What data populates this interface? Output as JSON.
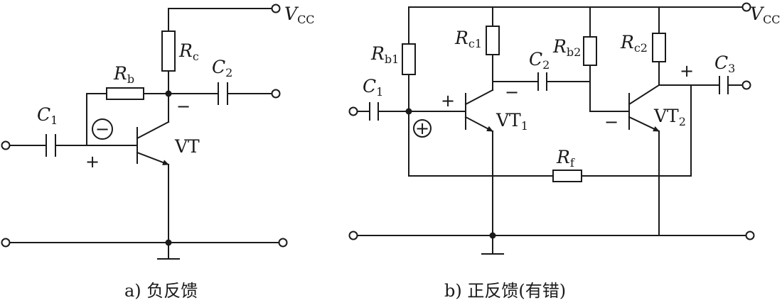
{
  "captions": {
    "a": "a) 负反馈",
    "b": "b) 正反馈(有错)"
  },
  "labels": {
    "vcc_main": "V",
    "vcc_sub": "CC",
    "a": {
      "rc_main": "R",
      "rc_sub": "c",
      "rb_main": "R",
      "rb_sub": "b",
      "c1_main": "C",
      "c1_sub": "1",
      "c2_main": "C",
      "c2_sub": "2",
      "vt": "VT",
      "plus": "+",
      "minus": "−",
      "feedback": "−"
    },
    "b": {
      "rb1_main": "R",
      "rb1_sub": "b1",
      "rc1_main": "R",
      "rc1_sub": "c1",
      "rb2_main": "R",
      "rb2_sub": "b2",
      "rc2_main": "R",
      "rc2_sub": "c2",
      "c1_main": "C",
      "c1_sub": "1",
      "c2_main": "C",
      "c2_sub": "2",
      "c3_main": "C",
      "c3_sub": "3",
      "rf_main": "R",
      "rf_sub": "f",
      "vt1_main": "VT",
      "vt1_sub": "1",
      "vt2_main": "VT",
      "vt2_sub": "2",
      "plus_base1": "+",
      "minus_coll1": "−",
      "minus_base2": "−",
      "plus_coll2": "+",
      "feedback": "+"
    }
  }
}
